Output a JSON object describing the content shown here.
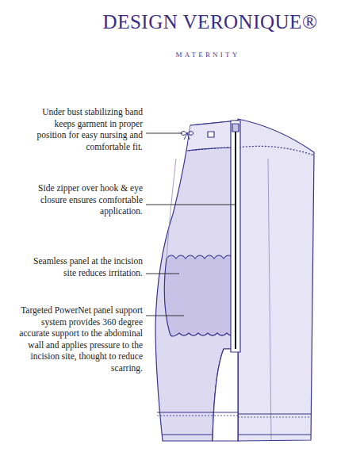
{
  "diagram": {
    "title": "DESIGN VERONIQUE®",
    "labels": [
      "MATERNITY",
      "Under bust stabilizing band keeps garment in proper position for easy nursing and comfortable fit.",
      "Side zipper over hook & eye closure ensures comfortable application.",
      "Seamless panel at the incision site reduces irritation.",
      "Targeted PowerNet panel support system provides 360 degree accurate support to the abdominal wall and applies pressure to the incision site, thought to reduce scarring."
    ]
  }
}
